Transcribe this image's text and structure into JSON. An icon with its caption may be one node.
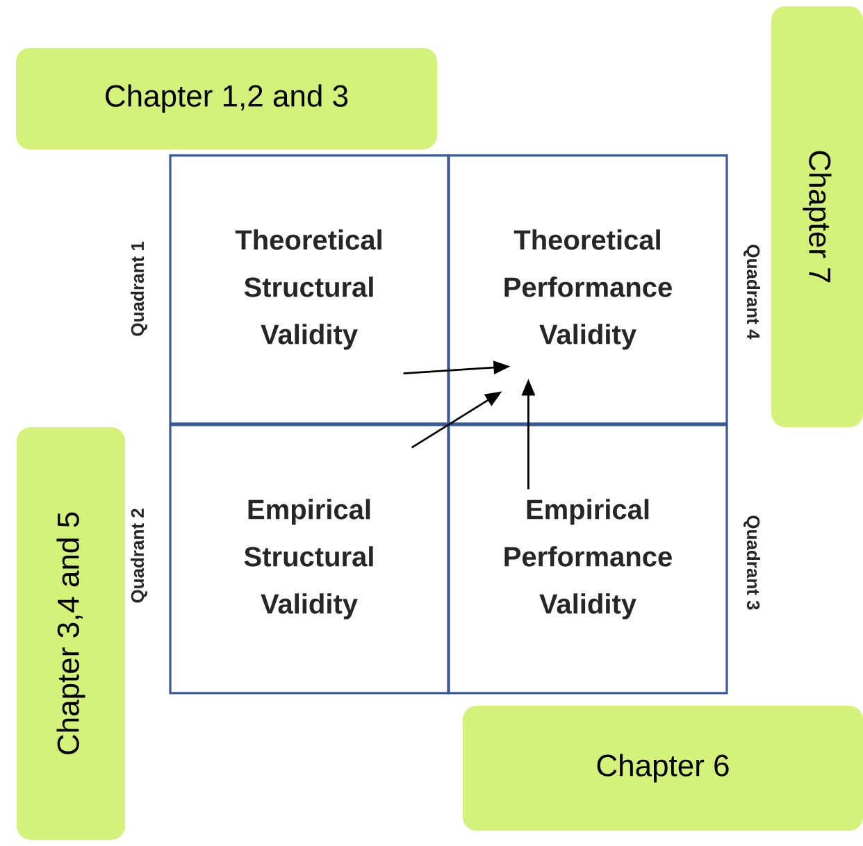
{
  "diagram": {
    "nodes": [
      {
        "text": [
          "Chapter 1,2 and 3"
        ]
      },
      {
        "text": [
          "Chapter 7"
        ]
      },
      {
        "text": [
          "Theoretical Structural Validity"
        ]
      },
      {
        "text": [
          "Theoretical Performance Validity"
        ]
      },
      {
        "text": [
          "Empirical Structural Validity"
        ]
      },
      {
        "text": [
          "Empirical Performance Validity"
        ]
      },
      {
        "text": [
          "Chapter 3,4 and 5"
        ]
      },
      {
        "text": [
          "Chapter 6"
        ]
      }
    ],
    "edges": [
      {
        "from": 2,
        "to": 3,
        "arrow": "to"
      },
      {
        "from": 4,
        "to": 3,
        "arrow": "to"
      },
      {
        "from": 5,
        "to": 3,
        "arrow": "to"
      }
    ],
    "labels": [
      "Quadrant 1",
      "Quadrant 4",
      "Quadrant 2",
      "Quadrant 3"
    ]
  }
}
